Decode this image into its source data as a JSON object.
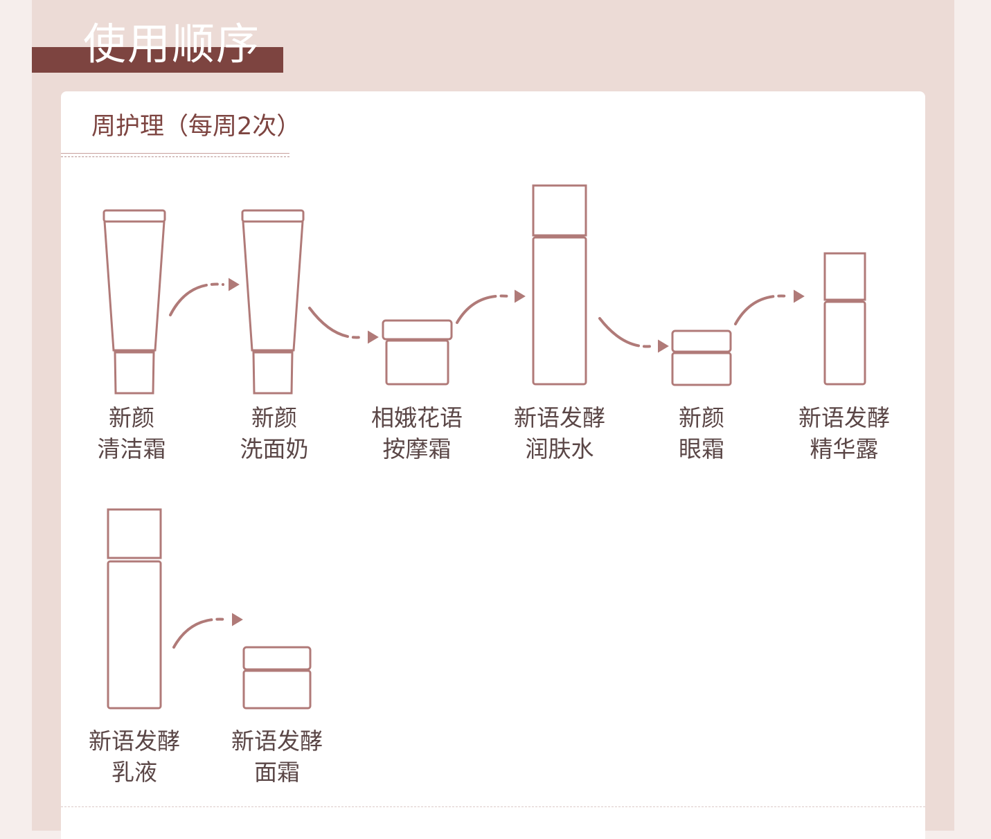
{
  "header": {
    "title": "使用顺序"
  },
  "section": {
    "title": "周护理（每周2次）"
  },
  "colors": {
    "panel": "#ecdbd6",
    "accent": "#7d4440",
    "stroke": "#b07a78"
  },
  "products": [
    {
      "line1": "新颜",
      "line2": "清洁霜",
      "icon": "tube-icon"
    },
    {
      "line1": "新颜",
      "line2": "洗面奶",
      "icon": "tube-icon"
    },
    {
      "line1": "相娥花语",
      "line2": "按摩霜",
      "icon": "jar-icon"
    },
    {
      "line1": "新语发酵",
      "line2": "润肤水",
      "icon": "bottle-icon"
    },
    {
      "line1": "新颜",
      "line2": "眼霜",
      "icon": "jar-icon"
    },
    {
      "line1": "新语发酵",
      "line2": "精华露",
      "icon": "bottle-icon"
    },
    {
      "line1": "新语发酵",
      "line2": "乳液",
      "icon": "bottle-icon"
    },
    {
      "line1": "新语发酵",
      "line2": "面霜",
      "icon": "jar-icon"
    }
  ]
}
